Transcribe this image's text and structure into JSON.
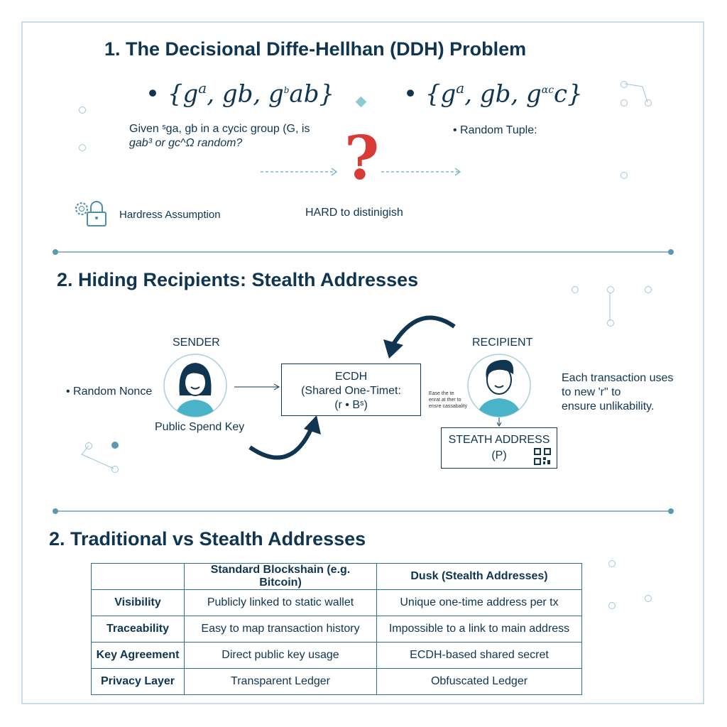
{
  "section1": {
    "title": "1. The Decisional Diffe-Hellhan (DDH) Problem",
    "formula_left": "• {g^a, gb, g^b ab}",
    "formula_left_parts": [
      "• {g",
      "a",
      ", gb, g",
      "b",
      "ab}"
    ],
    "formula_right_parts": [
      "• {g",
      "a",
      ", gb, g",
      "αc",
      "c}"
    ],
    "given_line1": "Given ˢga, gb in a cycic group (G, is",
    "given_line2": "gab³ or gc^Ω random?",
    "random_tuple": "• Random Tuple:",
    "question_mark": "?",
    "hard": "HARD to distinigish",
    "hardness": "Hardress Assumption"
  },
  "section2": {
    "title": "2. Hiding Recipients: Stealth Addresses",
    "sender": "SENDER",
    "recipient": "RECIPIENT",
    "random_nonce": "• Random Nonce",
    "public_spend_key": "Public Spend Key",
    "ecdh_line1": "ECDH",
    "ecdh_line2": "(Shared One-Timet:",
    "ecdh_line3": "(r • Bˢ)",
    "small_note": [
      "Ease the te",
      "enrat at ther to",
      "ensre cassabality"
    ],
    "stealth_line1": "STEATH ADDRESS",
    "stealth_line2": "(P)",
    "note": [
      "Each transaction uses",
      "to new 'r\" to",
      "ensure unlikability."
    ]
  },
  "section3": {
    "title": "2. Traditional vs Stealth Addresses",
    "headers": [
      "",
      "Standard Blockshain (e.g. Bitcoin)",
      "Dusk (Stealth Addresses)"
    ],
    "rows": [
      [
        "Visibility",
        "Publicly linked to static wallet",
        "Unique one-time address per tx"
      ],
      [
        "Traceability",
        "Easy to map transaction history",
        "Impossible to a link to main address"
      ],
      [
        "Key Agreement",
        "Direct public key usage",
        "ECDH-based shared secret"
      ],
      [
        "Privacy Layer",
        "Transparent Ledger",
        "Obfuscated Ledger"
      ]
    ]
  },
  "colors": {
    "navy": "#0f3550",
    "teal": "#4bb3c8",
    "red": "#d83a35"
  }
}
